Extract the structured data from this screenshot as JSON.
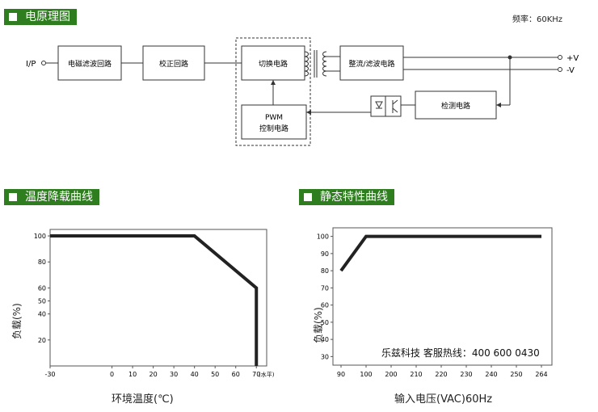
{
  "sections": {
    "block_diagram": "电原理图",
    "derating": "温度降载曲线",
    "static": "静态特性曲线"
  },
  "frequency": "频率：60KHz",
  "diagram": {
    "input": "I/P",
    "emi": "电磁滤波回路",
    "rectifier": "校正回路",
    "switching": "切换电路",
    "output_rect": "整流/滤波电路",
    "pwm_line1": "PWM",
    "pwm_line2": "控制电路",
    "detect": "检测电路",
    "out_pos": "+V",
    "out_neg": "-V"
  },
  "chart_data": [
    {
      "type": "line",
      "ylabel": "负载(%)",
      "xlabel": "环境温度(℃)",
      "x_unit_note": "(水平)",
      "x_ticks": [
        "-30",
        "0",
        "10",
        "20",
        "30",
        "40",
        "50",
        "60",
        "70"
      ],
      "y_ticks": [
        "100",
        "80",
        "60",
        "50",
        "40",
        "20"
      ],
      "xlim": [
        -30,
        75
      ],
      "ylim": [
        0,
        105
      ],
      "x": [
        -30,
        40,
        70,
        70
      ],
      "y": [
        100,
        100,
        60,
        0
      ]
    },
    {
      "type": "line",
      "ylabel": "负载(%)",
      "xlabel": "输入电压(VAC)60Hz",
      "x_ticks": [
        "90",
        "100",
        "200",
        "210",
        "220",
        "230",
        "240",
        "250",
        "264"
      ],
      "y_ticks": [
        "100",
        "90",
        "80",
        "70",
        "60",
        "50",
        "40",
        "30"
      ],
      "x_categories_index": [
        0,
        1,
        2,
        3,
        4,
        5,
        6,
        7,
        8
      ],
      "ylim": [
        25,
        105
      ],
      "x": [
        90,
        100,
        264
      ],
      "y": [
        80,
        100,
        100
      ],
      "annotation": "乐兹科技 客服热线：400 600 0430"
    }
  ]
}
